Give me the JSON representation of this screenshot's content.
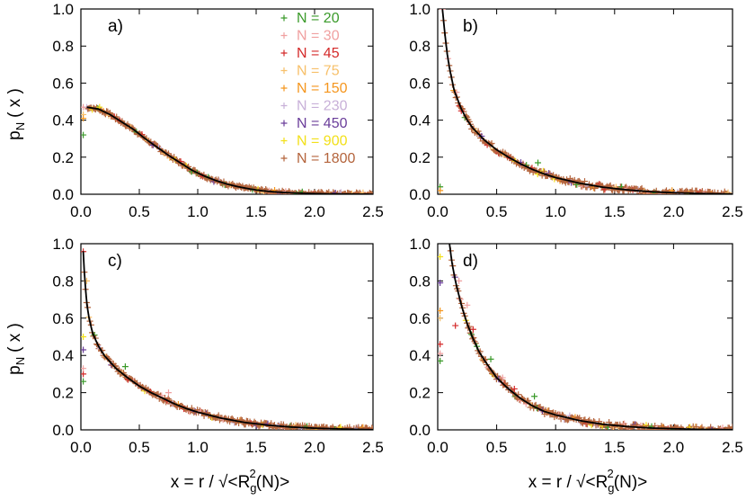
{
  "figure": {
    "ylabel_main": "p",
    "ylabel_sub": "N",
    "ylabel_rest": "( x )",
    "xlabel_main": "x = r / √<R",
    "xlabel_sub": "g",
    "xlabel_sup": "2",
    "xlabel_rest": "(N)>"
  },
  "legend": [
    {
      "label": "N = 20",
      "color": "#3a9a2a"
    },
    {
      "label": "N = 30",
      "color": "#f0a0a0"
    },
    {
      "label": "N = 45",
      "color": "#d42a2a"
    },
    {
      "label": "N = 75",
      "color": "#f7c06a"
    },
    {
      "label": "N = 150",
      "color": "#f5961e"
    },
    {
      "label": "N = 230",
      "color": "#c8b0d8"
    },
    {
      "label": "N = 450",
      "color": "#6a3d9a"
    },
    {
      "label": "N = 900",
      "color": "#f2e01a"
    },
    {
      "label": "N = 1800",
      "color": "#b4643c"
    }
  ],
  "chart_data": [
    {
      "type": "scatter",
      "panel_label": "a)",
      "xlim": [
        0,
        2.5
      ],
      "ylim": [
        0,
        1.0
      ],
      "xticks": [
        "0.0",
        "0.5",
        "1.0",
        "1.5",
        "2.0",
        "2.5"
      ],
      "yticks": [
        "0.0",
        "0.2",
        "0.4",
        "0.6",
        "0.8",
        "1.0"
      ],
      "curve": {
        "x": [
          0.05,
          0.15,
          0.25,
          0.35,
          0.45,
          0.55,
          0.65,
          0.75,
          0.85,
          0.95,
          1.05,
          1.15,
          1.25,
          1.35,
          1.45,
          1.55,
          1.65,
          1.75,
          1.85,
          1.95,
          2.1,
          2.3,
          2.5
        ],
        "y": [
          0.47,
          0.46,
          0.43,
          0.39,
          0.35,
          0.3,
          0.255,
          0.21,
          0.17,
          0.13,
          0.1,
          0.075,
          0.055,
          0.04,
          0.028,
          0.019,
          0.013,
          0.009,
          0.006,
          0.004,
          0.002,
          0.001,
          0.0
        ]
      },
      "outliers": [
        {
          "series": "N = 20",
          "x": 0.02,
          "y": 0.32
        },
        {
          "series": "N = 30",
          "x": 0.02,
          "y": 0.47
        },
        {
          "series": "N = 75",
          "x": 0.02,
          "y": 0.43
        },
        {
          "series": "N = 150",
          "x": 0.02,
          "y": 0.41
        },
        {
          "series": "N = 900",
          "x": 0.16,
          "y": 0.47
        }
      ],
      "noise": 0.01
    },
    {
      "type": "scatter",
      "panel_label": "b)",
      "xlim": [
        0,
        2.5
      ],
      "ylim": [
        0,
        1.0
      ],
      "xticks": [
        "0.0",
        "0.5",
        "1.0",
        "1.5",
        "2.0",
        "2.5"
      ],
      "yticks": [
        "0.0",
        "0.2",
        "0.4",
        "0.6",
        "0.8",
        "1.0"
      ],
      "curve": {
        "x": [
          0.04,
          0.06,
          0.08,
          0.1,
          0.14,
          0.2,
          0.25,
          0.3,
          0.4,
          0.5,
          0.6,
          0.7,
          0.8,
          0.9,
          1.0,
          1.2,
          1.4,
          1.6,
          1.8,
          2.0,
          2.2,
          2.5
        ],
        "y": [
          1.0,
          0.87,
          0.76,
          0.68,
          0.56,
          0.46,
          0.4,
          0.355,
          0.29,
          0.24,
          0.2,
          0.165,
          0.135,
          0.11,
          0.09,
          0.06,
          0.038,
          0.024,
          0.014,
          0.008,
          0.004,
          0.001
        ]
      },
      "outliers": [
        {
          "series": "N = 20",
          "x": 0.02,
          "y": 0.04
        },
        {
          "series": "N = 150",
          "x": 0.02,
          "y": 0.02
        },
        {
          "series": "N = 30",
          "x": 0.16,
          "y": 0.55
        },
        {
          "series": "N = 45",
          "x": 0.2,
          "y": 0.45
        },
        {
          "series": "N = 20",
          "x": 0.85,
          "y": 0.17
        }
      ],
      "noise": 0.015
    },
    {
      "type": "scatter",
      "panel_label": "c)",
      "xlim": [
        0,
        2.5
      ],
      "ylim": [
        0,
        1.0
      ],
      "xticks": [
        "0.0",
        "0.5",
        "1.0",
        "1.5",
        "2.0",
        "2.5"
      ],
      "yticks": [
        "0.0",
        "0.2",
        "0.4",
        "0.6",
        "0.8",
        "1.0"
      ],
      "curve": {
        "x": [
          0.02,
          0.03,
          0.05,
          0.07,
          0.1,
          0.15,
          0.2,
          0.3,
          0.4,
          0.5,
          0.6,
          0.7,
          0.8,
          0.9,
          1.0,
          1.2,
          1.4,
          1.6,
          1.8,
          2.0,
          2.2,
          2.5
        ],
        "y": [
          0.96,
          0.84,
          0.68,
          0.6,
          0.52,
          0.45,
          0.4,
          0.33,
          0.28,
          0.235,
          0.2,
          0.17,
          0.14,
          0.115,
          0.095,
          0.063,
          0.04,
          0.025,
          0.015,
          0.009,
          0.005,
          0.001
        ]
      },
      "outliers": [
        {
          "series": "N = 20",
          "x": 0.02,
          "y": 0.26
        },
        {
          "series": "N = 45",
          "x": 0.02,
          "y": 0.3
        },
        {
          "series": "N = 30",
          "x": 0.02,
          "y": 0.33
        },
        {
          "series": "N = 900",
          "x": 0.02,
          "y": 0.5
        },
        {
          "series": "N = 450",
          "x": 0.02,
          "y": 0.43
        },
        {
          "series": "N = 75",
          "x": 0.05,
          "y": 0.8
        },
        {
          "series": "N = 20",
          "x": 0.38,
          "y": 0.34
        },
        {
          "series": "N = 30",
          "x": 0.75,
          "y": 0.2
        }
      ],
      "noise": 0.012
    },
    {
      "type": "scatter",
      "panel_label": "d)",
      "xlim": [
        0,
        2.5
      ],
      "ylim": [
        0,
        1.0
      ],
      "xticks": [
        "0.0",
        "0.5",
        "1.0",
        "1.5",
        "2.0",
        "2.5"
      ],
      "yticks": [
        "0.0",
        "0.2",
        "0.4",
        "0.6",
        "0.8",
        "1.0"
      ],
      "curve": {
        "x": [
          0.1,
          0.12,
          0.15,
          0.2,
          0.25,
          0.3,
          0.35,
          0.4,
          0.5,
          0.6,
          0.7,
          0.8,
          0.9,
          1.0,
          1.2,
          1.4,
          1.6,
          1.8,
          2.0,
          2.2,
          2.5
        ],
        "y": [
          1.0,
          0.9,
          0.8,
          0.67,
          0.57,
          0.49,
          0.42,
          0.37,
          0.28,
          0.22,
          0.17,
          0.13,
          0.1,
          0.08,
          0.05,
          0.03,
          0.018,
          0.01,
          0.006,
          0.003,
          0.001
        ]
      },
      "outliers": [
        {
          "series": "N = 20",
          "x": 0.02,
          "y": 0.37
        },
        {
          "series": "N = 45",
          "x": 0.02,
          "y": 0.46
        },
        {
          "series": "N = 30",
          "x": 0.02,
          "y": 0.41
        },
        {
          "series": "N = 75",
          "x": 0.02,
          "y": 0.6
        },
        {
          "series": "N = 450",
          "x": 0.02,
          "y": 0.79
        },
        {
          "series": "N = 900",
          "x": 0.02,
          "y": 0.93
        },
        {
          "series": "N = 150",
          "x": 0.02,
          "y": 0.64
        },
        {
          "series": "N = 30",
          "x": 0.18,
          "y": 0.8
        },
        {
          "series": "N = 45",
          "x": 0.15,
          "y": 0.56
        },
        {
          "series": "N = 30",
          "x": 0.25,
          "y": 0.67
        },
        {
          "series": "N = 45",
          "x": 0.3,
          "y": 0.54
        },
        {
          "series": "N = 20",
          "x": 0.45,
          "y": 0.38
        },
        {
          "series": "N = 30",
          "x": 0.55,
          "y": 0.28
        },
        {
          "series": "N = 45",
          "x": 0.65,
          "y": 0.22
        },
        {
          "series": "N = 20",
          "x": 0.82,
          "y": 0.18
        }
      ],
      "noise": 0.015
    }
  ]
}
